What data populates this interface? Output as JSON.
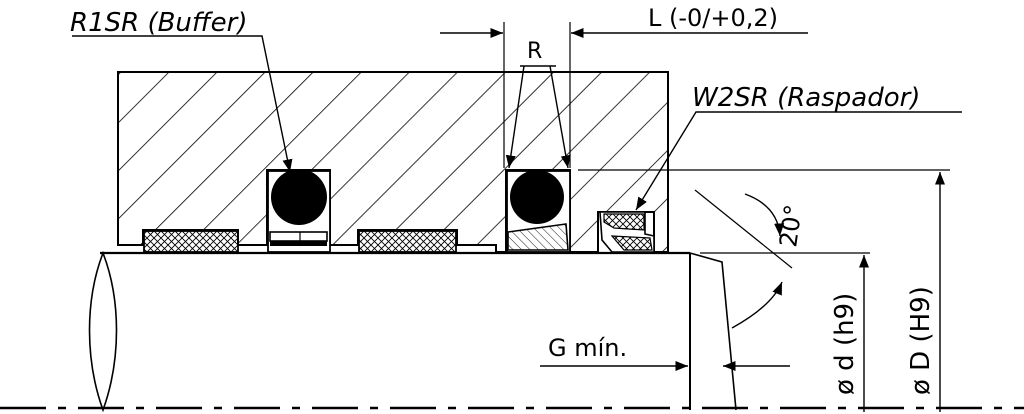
{
  "labels": {
    "buffer": "R1SR (Buffer)",
    "length": "L (-0/+0,2)",
    "radius": "R",
    "wiper": "W2SR (Raspador)",
    "angle": "20°",
    "gap": "G mín.",
    "rod_diameter": "ø d (h9)",
    "bore_diameter": "ø D (H9)"
  },
  "colors": {
    "line": "#000000",
    "background": "#ffffff"
  }
}
